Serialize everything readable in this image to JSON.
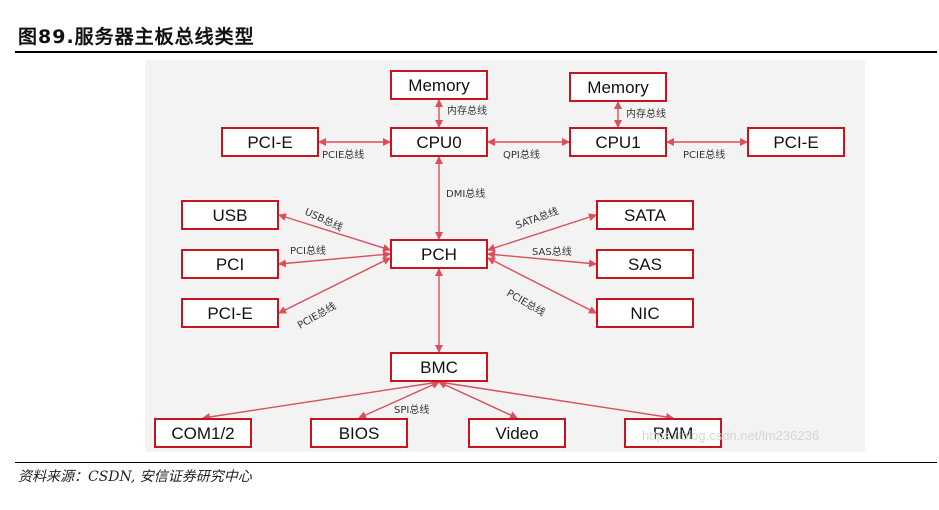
{
  "title": "图89.服务器主板总线类型",
  "source": "资料来源：CSDN, 安信证券研究中心",
  "watermark": "https://blog.csdn.net/lm236236",
  "colors": {
    "box_border": "#c8141e",
    "arrow": "#d9505a",
    "box_fill": "#ffffff",
    "panel": "#f3f3f3"
  },
  "boxes": {
    "memory0": "Memory",
    "memory1": "Memory",
    "pcie_left": "PCI-E",
    "cpu0": "CPU0",
    "cpu1": "CPU1",
    "pcie_right": "PCI-E",
    "usb": "USB",
    "pci": "PCI",
    "pcie_low": "PCI-E",
    "pch": "PCH",
    "sata": "SATA",
    "sas": "SAS",
    "nic": "NIC",
    "bmc": "BMC",
    "com": "COM1/2",
    "bios": "BIOS",
    "video": "Video",
    "rmm": "RMM"
  },
  "links": {
    "mem0": "内存总线",
    "mem1": "内存总线",
    "pcie_left": "PCIE总线",
    "qpi": "QPI总线",
    "pcie_right": "PCIE总线",
    "dmi": "DMI总线",
    "usb": "USB总线",
    "pci": "PCI总线",
    "pcie_low": "PCIE总线",
    "sata": "SATA总线",
    "sas": "SAS总线",
    "pcie_nic": "PCIE总线",
    "spi": "SPI总线"
  }
}
